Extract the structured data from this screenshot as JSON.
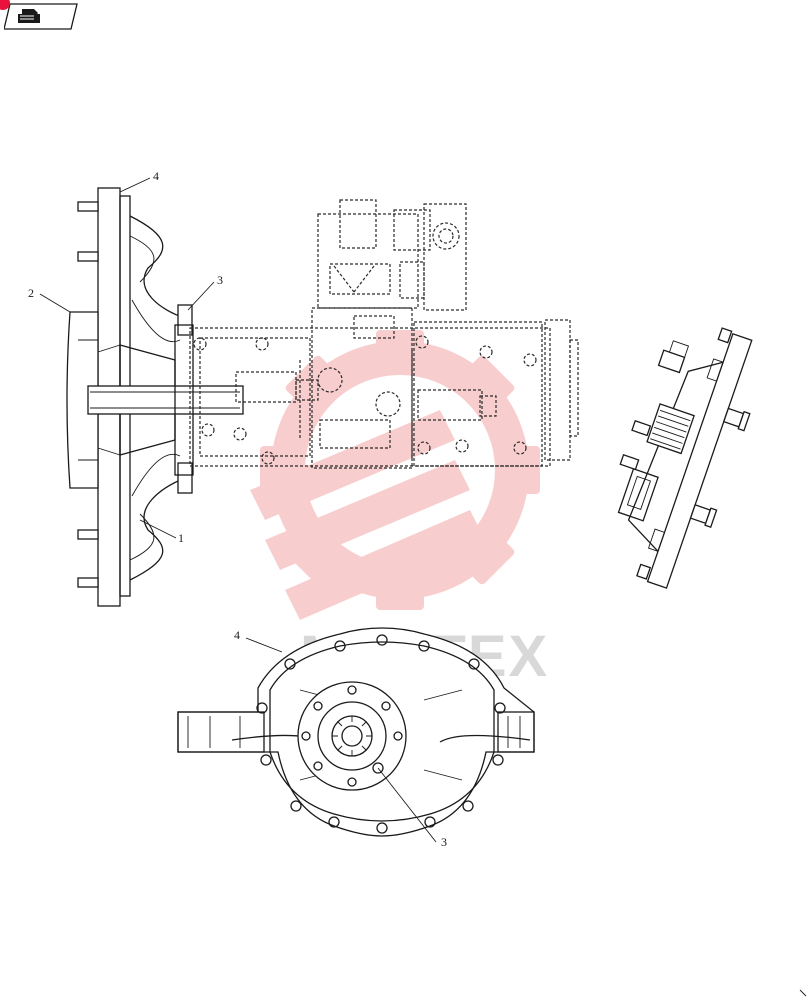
{
  "badge": {
    "icon": "book-arrow-icon",
    "accent": "#e8123c"
  },
  "watermark": {
    "text": "MINITEX",
    "color": "#f3a7a7"
  },
  "callouts": {
    "c4_top": "4",
    "c2": "2",
    "c3_top": "3",
    "c1": "1",
    "c4_bottom": "4",
    "c3_bottom": "3"
  },
  "colors": {
    "line": "#1a1a1a",
    "watermark": "#f4a6a6",
    "badge_dot": "#e8123c"
  }
}
